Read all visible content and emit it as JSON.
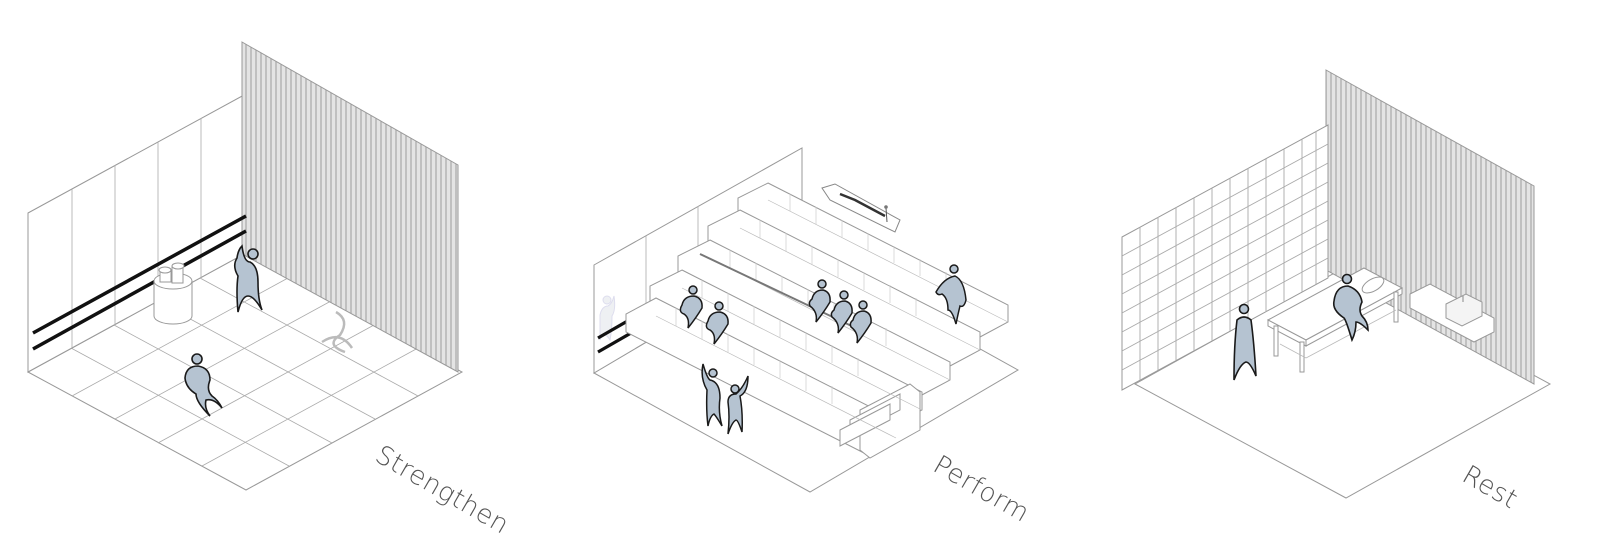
{
  "figure": {
    "panels": [
      {
        "id": "strengthen",
        "label": "Strengthen",
        "elements": [
          "ballet barres",
          "slatted wall",
          "floor grid",
          "storage cylinders",
          "balance board",
          "2 figures"
        ]
      },
      {
        "id": "perform",
        "label": "Perform",
        "elements": [
          "tiered bleacher seating",
          "ballet barres",
          "stage lights",
          "lighting console",
          "9 figures"
        ]
      },
      {
        "id": "rest",
        "label": "Rest",
        "elements": [
          "shelving wall",
          "slatted wall",
          "massage table",
          "sink vanity",
          "2 figures"
        ]
      }
    ]
  },
  "colors": {
    "figure_fill": "#b5c3d1",
    "figure_stroke": "#1a1a1a",
    "line": "#9a9a9a",
    "slat": "#bdbdbd",
    "barre": "#111111",
    "label": "#555555"
  }
}
